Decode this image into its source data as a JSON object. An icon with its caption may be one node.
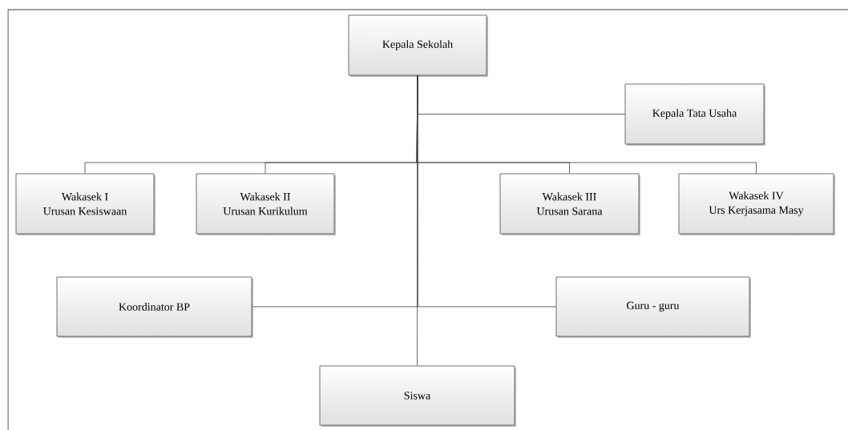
{
  "diagram": {
    "nodes": [
      {
        "text": [
          "Kepala Sekolah"
        ]
      },
      {
        "text": [
          "Kepala Tata Usaha"
        ]
      },
      {
        "text": [
          "Wakasek I",
          "Urusan Kesiswaan"
        ]
      },
      {
        "text": [
          "Wakasek II",
          "Urusan Kurikulum"
        ]
      },
      {
        "text": [
          "Wakasek III",
          "Urusan Sarana"
        ]
      },
      {
        "text": [
          "Wakasek IV",
          "Urs Kerjasama Masy"
        ]
      },
      {
        "text": [
          "Koordinator BP"
        ]
      },
      {
        "text": [
          "Guru - guru"
        ]
      },
      {
        "text": [
          "Siswa"
        ]
      }
    ],
    "edges": [
      {
        "from": 0,
        "to": 1,
        "arrow": "none"
      },
      {
        "from": 0,
        "to": 2,
        "arrow": "none"
      },
      {
        "from": 0,
        "to": 3,
        "arrow": "none"
      },
      {
        "from": 0,
        "to": 4,
        "arrow": "none"
      },
      {
        "from": 0,
        "to": 5,
        "arrow": "none"
      },
      {
        "from": 0,
        "to": 6,
        "arrow": "none"
      },
      {
        "from": 0,
        "to": 7,
        "arrow": "none"
      },
      {
        "from": 0,
        "to": 8,
        "arrow": "none"
      }
    ]
  }
}
